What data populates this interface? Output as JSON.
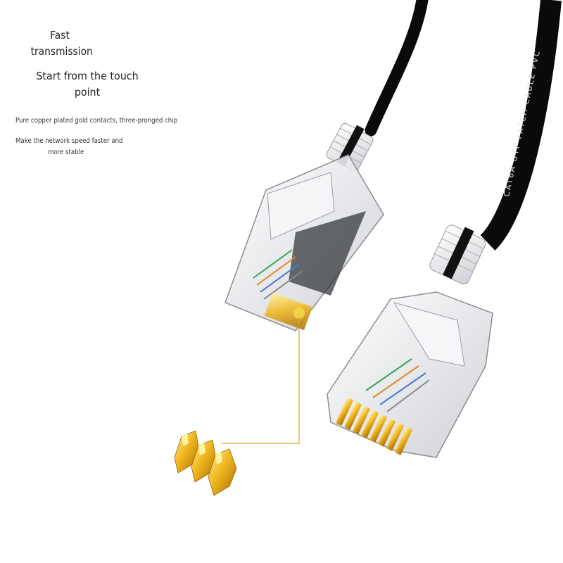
{
  "headline": {
    "line1": "Fast",
    "line2": "transmission",
    "line3": "Start from the touch point"
  },
  "description": {
    "line1": "Pure copper plated gold contacts, three-pronged chip",
    "line2": "Make the network speed faster and",
    "line3": "more stable"
  },
  "cable_print": "CAT6A UTP PATCH CABLE PVC",
  "colors": {
    "cable": "#0a0a0a",
    "gold": "#e0a81c",
    "callout_line": "#d9a52a",
    "connector": "#e8eaee"
  },
  "icons": [
    "rj45-connector-icon",
    "gold-contact-chip-icon"
  ]
}
